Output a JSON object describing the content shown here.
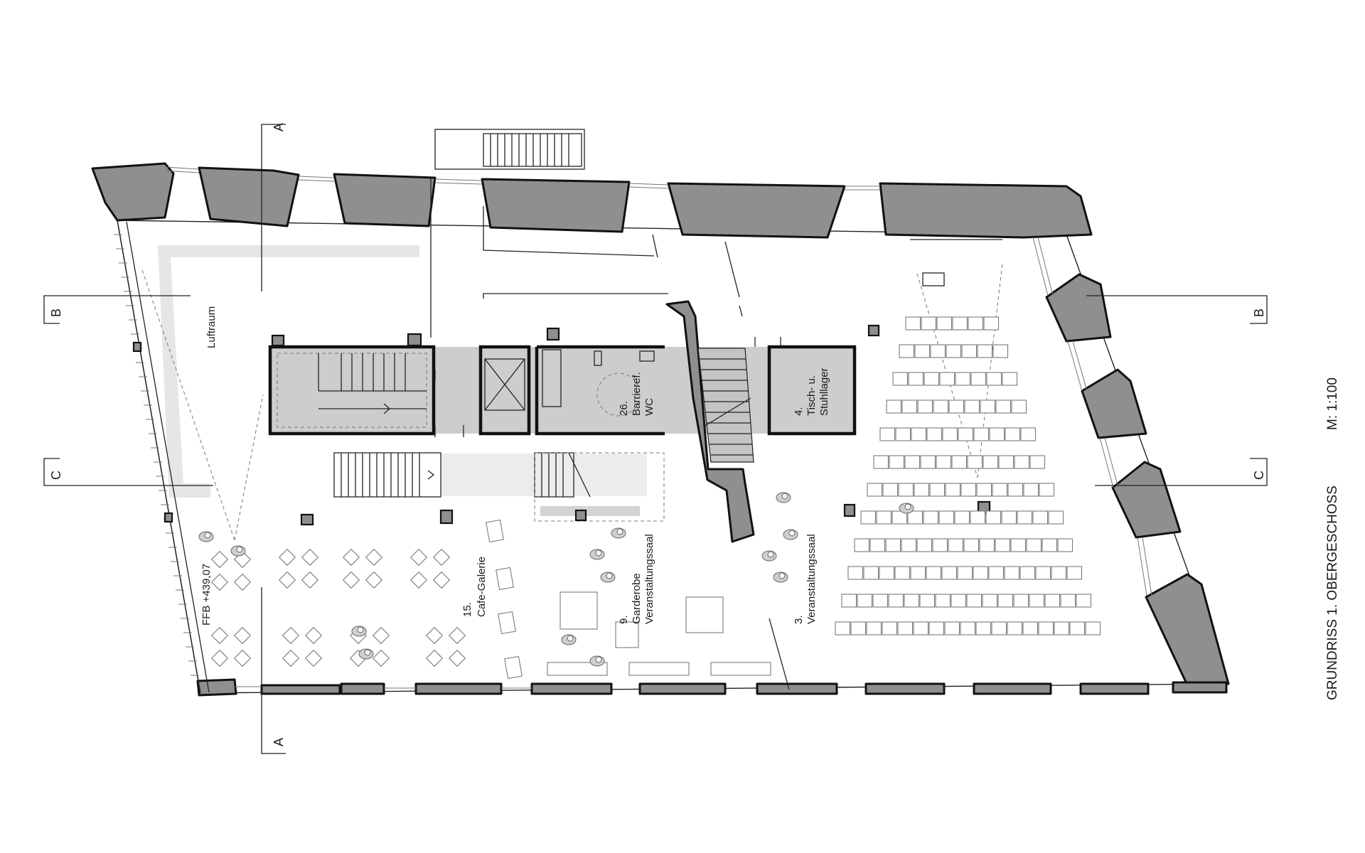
{
  "drawing": {
    "title": "GRUNDRISS 1. OBERGESCHOSS",
    "scale": "M: 1:100"
  },
  "section_marks": {
    "a": "A",
    "b": "B",
    "c": "C"
  },
  "rooms": {
    "luftraum": "Luftraum",
    "ffb": "FFB +439,07",
    "cafe_num": "15.",
    "cafe_name": "Cafe-Galerie",
    "garderobe_num": "9.",
    "garderobe_line1": "Garderobe",
    "garderobe_line2": "Veranstaltungssaal",
    "wc_num": "26.",
    "wc_line1": "Barrieref.",
    "wc_line2": "WC",
    "lager_num": "4.",
    "lager_line1": "Tisch- u.",
    "lager_line2": "Stuhllager",
    "saal_num": "3.",
    "saal_name": "Veranstaltungssaal"
  },
  "colors": {
    "wall_fill": "#8f8f8f",
    "core_fill": "#cdcdcd",
    "void_band": "#e6e6e6",
    "line": "#111111"
  },
  "icons": [
    "person-icon"
  ]
}
